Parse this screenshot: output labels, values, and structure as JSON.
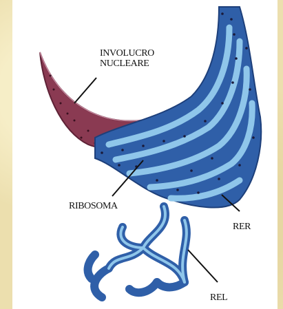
{
  "labels": {
    "nuclear_envelope_line1": "INVOLUCRO",
    "nuclear_envelope_line2": "NUCLEARE",
    "ribosome": "RIBOSOMA",
    "rough_er": "RER",
    "smooth_er": "REL"
  },
  "colors": {
    "background": "#ecdfae",
    "panel": "#ffffff",
    "nuclear_envelope": "#8a3a52",
    "er_dark": "#2f5fa8",
    "er_light": "#8fc6ea",
    "ribosome_dots": "#1a1a3a",
    "leader_lines": "#111111"
  }
}
